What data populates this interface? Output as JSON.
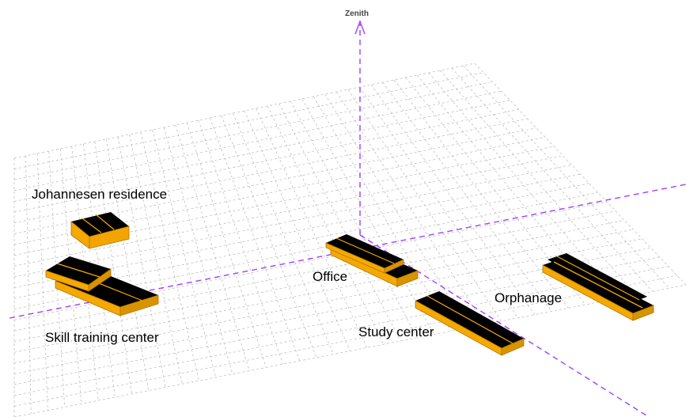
{
  "axis": {
    "zenith_label": "Zenith",
    "axis_color": "#a040ff"
  },
  "grid": {
    "color": "#b8b8b8"
  },
  "building_colors": {
    "wall": "#f5a800",
    "wall_dark": "#c88400",
    "roof": "#000000"
  },
  "buildings": [
    {
      "id": "johannesen-residence",
      "label": "Johannesen residence"
    },
    {
      "id": "skill-training-center",
      "label": "Skill training center"
    },
    {
      "id": "office",
      "label": "Office"
    },
    {
      "id": "study-center",
      "label": "Study center"
    },
    {
      "id": "orphanage",
      "label": "Orphanage"
    }
  ]
}
